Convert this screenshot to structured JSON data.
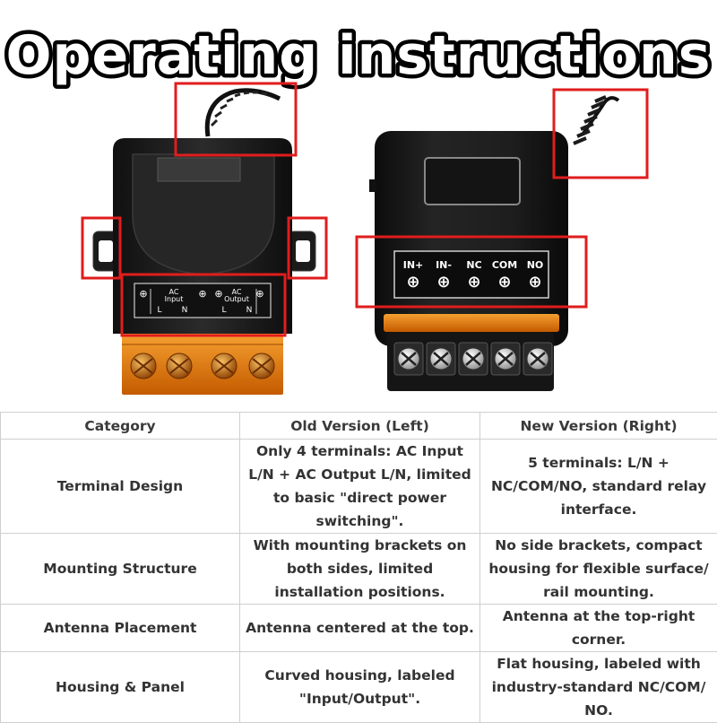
{
  "title": "Operating instructions",
  "colors": {
    "highlight_box": "#e01d1d",
    "device_body": "#1a1a1a",
    "terminal_orange": "#e8790a",
    "table_border": "#cfcfcf",
    "text": "#333333"
  },
  "old_device": {
    "labels": [
      "AC",
      "Input",
      "L",
      "N",
      "AC",
      "Output",
      "L",
      "N"
    ]
  },
  "new_device": {
    "terminals": [
      "IN+",
      "IN-",
      "NC",
      "COM",
      "NO"
    ]
  },
  "table": {
    "headers": [
      "Category",
      "Old Version (Left)",
      "New Version (Right)"
    ],
    "rows": [
      {
        "category": "Terminal Design",
        "old": "Only 4 terminals: AC Input L/N + AC Output L/N, limited to basic \"direct power switching\".",
        "new": "5 terminals: L/N + NC/COM/NO, standard relay interface."
      },
      {
        "category": "Mounting Structure",
        "old": "With mounting brackets on both sides, limited installation positions.",
        "new": "No side brackets, compact housing for flexible surface/ rail mounting."
      },
      {
        "category": "Antenna Placement",
        "old": "Antenna centered at the top.",
        "new": "Antenna at the top-right corner."
      },
      {
        "category": "Housing & Panel",
        "old": "Curved housing, labeled \"Input/Output\".",
        "new": "Flat housing, labeled with industry-standard NC/COM/ NO."
      }
    ]
  }
}
